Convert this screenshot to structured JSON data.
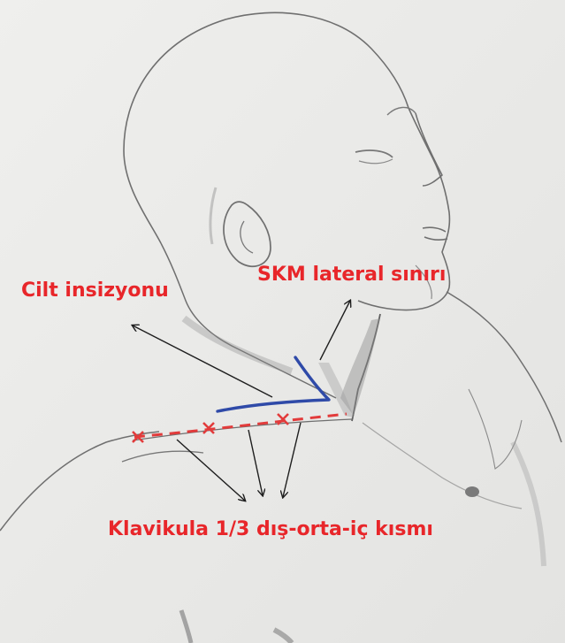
{
  "labels": {
    "skin_incision": "Cilt insizyonu",
    "scm_lateral_border": "SKM lateral sınırı",
    "clavicle_thirds": "Klavikula 1/3 dış-orta-iç kısmı"
  },
  "colors": {
    "label_red": "#e8262a",
    "incision_blue": "#2f4aa8",
    "clavicle_red": "#e23b3b",
    "pencil": "#6f6f6f",
    "paper": "#e9e9e7",
    "arrow": "#1e1e1e"
  },
  "icons": [
    "clavicle-cross-mark-icon"
  ]
}
